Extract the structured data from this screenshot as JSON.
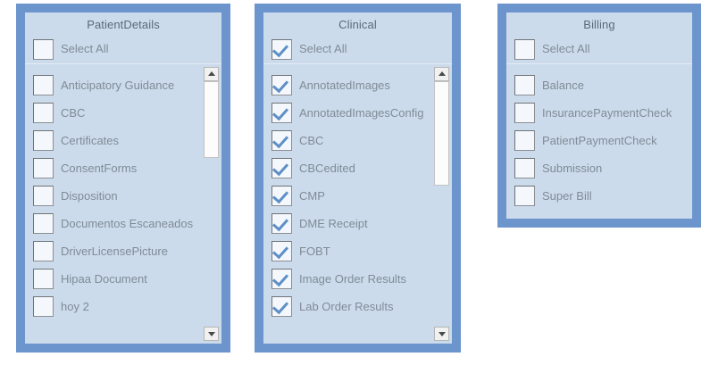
{
  "theme": {
    "frame_color": "#6d95cd",
    "panel_bg": "#ccdbeb",
    "label_color": "#7f8b97",
    "check_color": "#5e8fc6",
    "page_bg": "#ffffff"
  },
  "panels": [
    {
      "id": "patientdetails",
      "title": "PatientDetails",
      "select_all": {
        "label": "Select All",
        "checked": false
      },
      "has_scrollbar": true,
      "scroll": {
        "up_icon": "triangle-up-icon",
        "down_icon": "triangle-down-icon",
        "thumb_top_pct": 0,
        "thumb_height_pct": 28
      },
      "items": [
        {
          "label": "Anticipatory Guidance",
          "checked": false
        },
        {
          "label": "CBC",
          "checked": false
        },
        {
          "label": "Certificates",
          "checked": false
        },
        {
          "label": "ConsentForms",
          "checked": false
        },
        {
          "label": "Disposition",
          "checked": false
        },
        {
          "label": "Documentos Escaneados",
          "checked": false
        },
        {
          "label": "DriverLicensePicture",
          "checked": false
        },
        {
          "label": "Hipaa Document",
          "checked": false
        },
        {
          "label": "hoy 2",
          "checked": false
        }
      ]
    },
    {
      "id": "clinical",
      "title": "Clinical",
      "select_all": {
        "label": "Select All",
        "checked": true
      },
      "has_scrollbar": true,
      "scroll": {
        "up_icon": "triangle-up-icon",
        "down_icon": "triangle-down-icon",
        "thumb_top_pct": 0,
        "thumb_height_pct": 38
      },
      "items": [
        {
          "label": "AnnotatedImages",
          "checked": true
        },
        {
          "label": "AnnotatedImagesConfig",
          "checked": true
        },
        {
          "label": "CBC",
          "checked": true
        },
        {
          "label": "CBCedited",
          "checked": true
        },
        {
          "label": "CMP",
          "checked": true
        },
        {
          "label": "DME Receipt",
          "checked": true
        },
        {
          "label": "FOBT",
          "checked": true
        },
        {
          "label": "Image Order Results",
          "checked": true
        },
        {
          "label": "Lab Order Results",
          "checked": true
        }
      ]
    },
    {
      "id": "billing",
      "title": "Billing",
      "select_all": {
        "label": "Select All",
        "checked": false
      },
      "has_scrollbar": false,
      "items": [
        {
          "label": "Balance",
          "checked": false
        },
        {
          "label": "InsurancePaymentCheck",
          "checked": false
        },
        {
          "label": "PatientPaymentCheck",
          "checked": false
        },
        {
          "label": "Submission",
          "checked": false
        },
        {
          "label": "Super Bill",
          "checked": false
        }
      ]
    }
  ]
}
